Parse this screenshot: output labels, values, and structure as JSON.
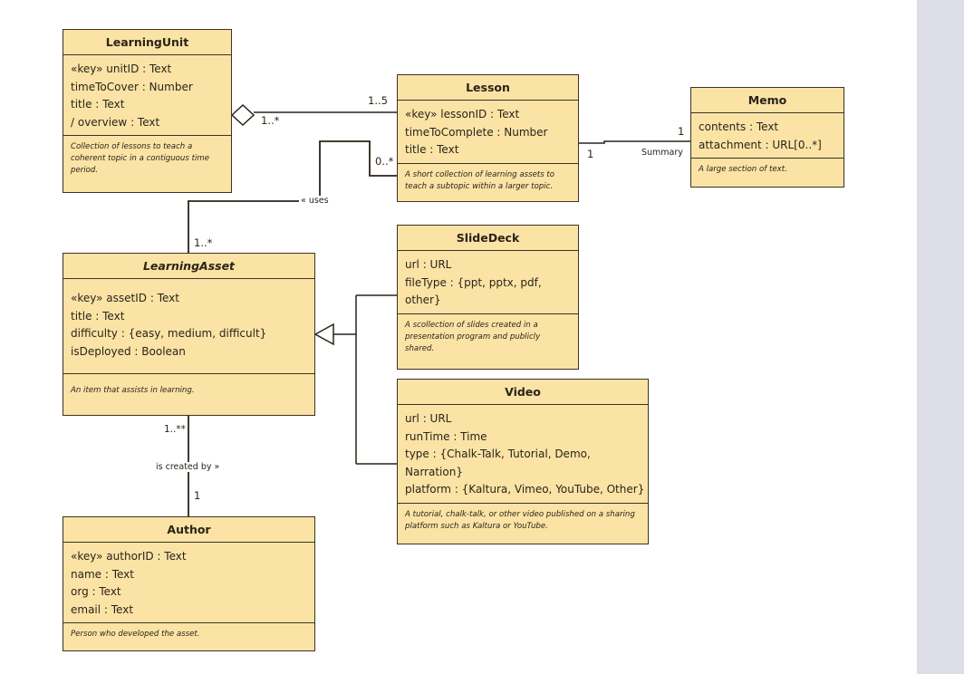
{
  "classes": {
    "learning_unit": {
      "name": "LearningUnit",
      "attrs": [
        "«key» unitID : Text",
        "timeToCover : Number",
        "title : Text",
        "/ overview : Text"
      ],
      "note": "Collection of lessons to teach a coherent topic in a contiguous time period."
    },
    "lesson": {
      "name": "Lesson",
      "attrs": [
        "«key» lessonID : Text",
        "timeToComplete : Number",
        "title : Text"
      ],
      "note": "A short collection of learning assets to teach a subtopic within a larger topic."
    },
    "memo": {
      "name": "Memo",
      "attrs": [
        "contents : Text",
        "attachment : URL[0..*]"
      ],
      "note": "A large section of text."
    },
    "learning_asset": {
      "name": "LearningAsset",
      "attrs": [
        "«key» assetID : Text",
        "title : Text",
        "difficulty : {easy, medium, difficult}",
        "isDeployed : Boolean"
      ],
      "note": "An item that assists in learning."
    },
    "slide_deck": {
      "name": "SlideDeck",
      "attrs": [
        "url : URL",
        "fileType : {ppt, pptx, pdf,",
        "other}"
      ],
      "note": "A scollection of slides created in a presentation program and publicly shared."
    },
    "video": {
      "name": "Video",
      "attrs": [
        "url : URL",
        "runTime : Time",
        "type : {Chalk-Talk, Tutorial, Demo,",
        "Narration}",
        "platform : {Kaltura, Vimeo, YouTube, Other}"
      ],
      "note": "A tutorial, chalk-talk, or other video published on a sharing platform such as Kaltura or YouTube."
    },
    "author": {
      "name": "Author",
      "attrs": [
        "«key» authorID : Text",
        "name : Text",
        "org : Text",
        "email : Text"
      ],
      "note": "Person who developed the asset."
    }
  },
  "relations": {
    "unit_lesson": {
      "unit_mult": "1..*",
      "lesson_mult": "1..5"
    },
    "lesson_memo": {
      "lesson_mult": "1",
      "memo_mult": "1",
      "role": "Summary"
    },
    "uses": {
      "label": "« uses",
      "lesson_mult": "0..*",
      "asset_mult": "1..*"
    },
    "created_by": {
      "label": "is created by »",
      "asset_mult": "1..**",
      "author_mult": "1"
    }
  }
}
